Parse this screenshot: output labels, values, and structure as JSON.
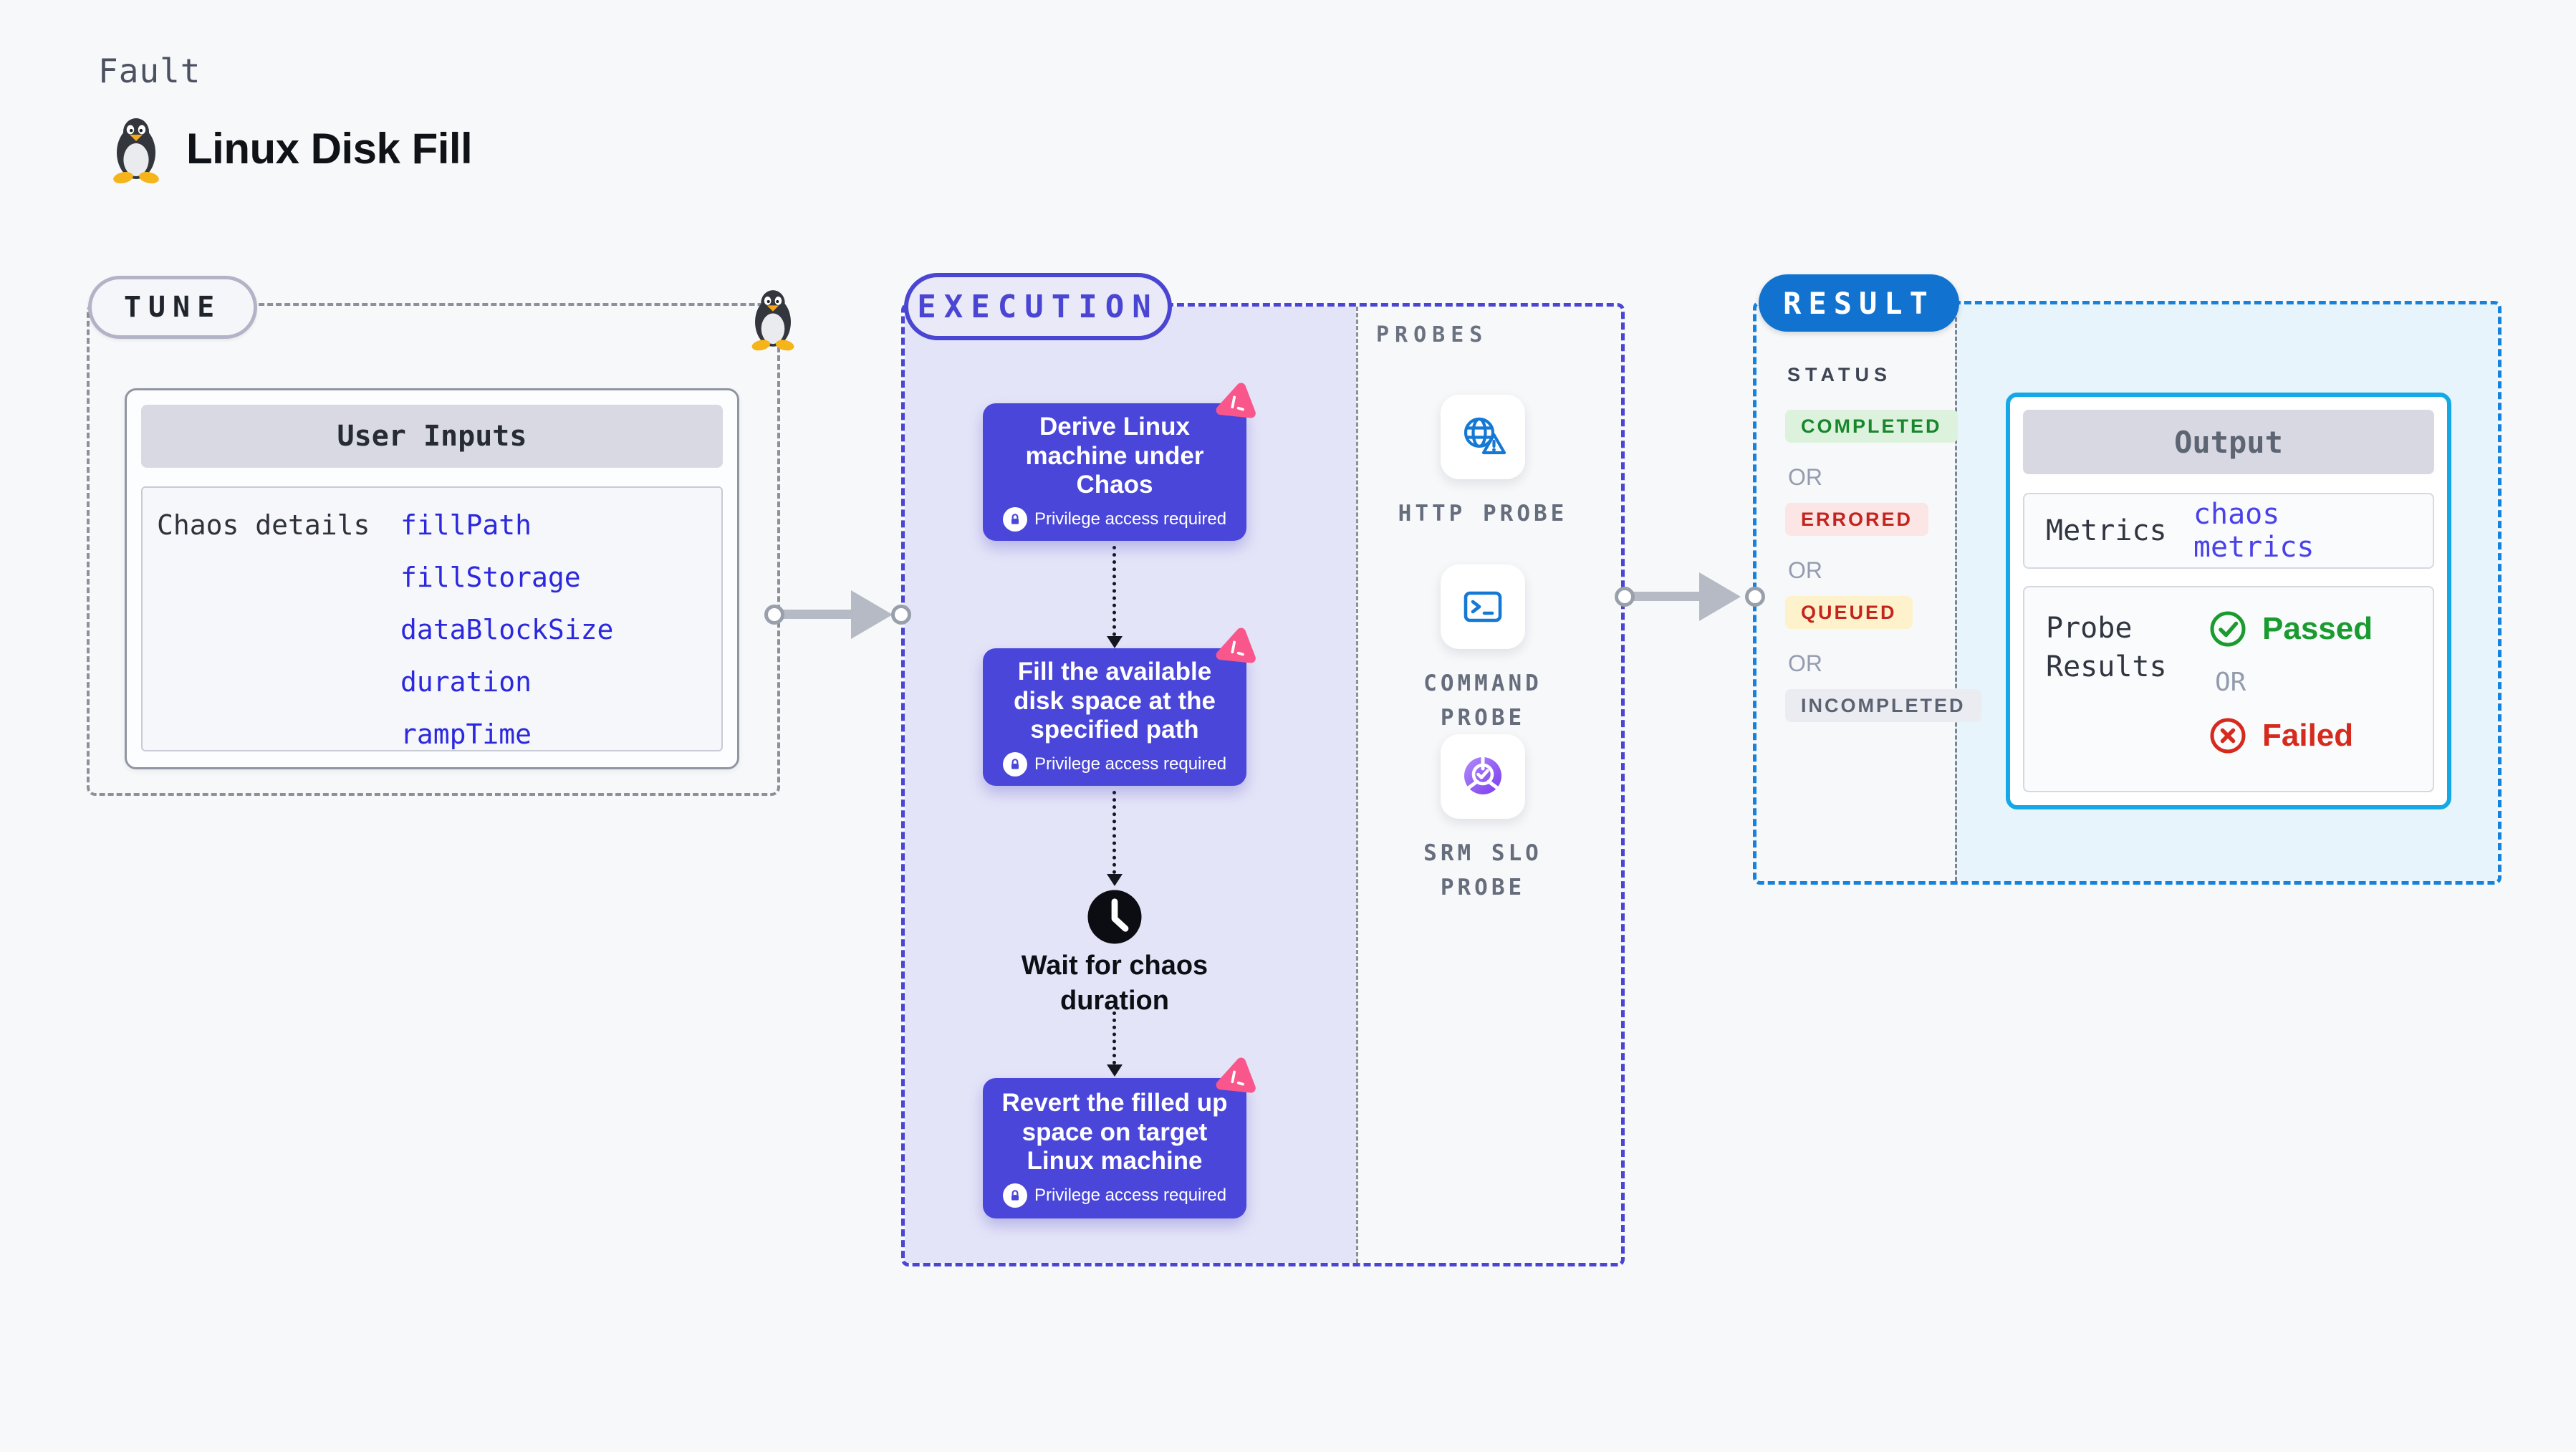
{
  "header": {
    "kind_label": "Fault",
    "title": "Linux Disk Fill",
    "icon": "tux-penguin-icon"
  },
  "tune": {
    "label": "TUNE",
    "card_header": "User Inputs",
    "row_label": "Chaos details",
    "inputs": [
      "fillPath",
      "fillStorage",
      "dataBlockSize",
      "duration",
      "rampTime"
    ]
  },
  "execution": {
    "label": "EXECUTION",
    "privilege_note": "Privilege access required",
    "steps": [
      "Derive Linux machine under Chaos",
      "Fill the available disk space at the specified path",
      "Revert the filled up space on target Linux machine"
    ],
    "wait_label": "Wait for chaos duration",
    "step_icon": "chaos-pink-icon",
    "wait_icon": "clock-icon"
  },
  "probes": {
    "label": "PROBES",
    "items": [
      {
        "label": "HTTP PROBE",
        "icon": "globe-alert-icon"
      },
      {
        "label": "COMMAND PROBE",
        "icon": "terminal-icon"
      },
      {
        "label": "SRM SLO PROBE",
        "icon": "slo-donut-check-icon"
      }
    ]
  },
  "result": {
    "label": "RESULT",
    "status_heading": "STATUS",
    "or_label": "OR",
    "statuses": [
      "COMPLETED",
      "ERRORED",
      "QUEUED",
      "INCOMPLETED"
    ],
    "output": {
      "header": "Output",
      "metrics_label": "Metrics",
      "metrics_link": "chaos metrics",
      "probe_results_label": "Probe Results",
      "passed_label": "Passed",
      "failed_label": "Failed",
      "passed_icon": "check-circle-icon",
      "failed_icon": "x-circle-icon"
    }
  },
  "colors": {
    "page_bg": "#f7f8fa",
    "indigo_accent": "#4a45d2",
    "indigo_card": "#4a46d9",
    "lavender_fill": "#e4e4f8",
    "pink_chaos": "#f9578b",
    "probe_blue": "#1478d4",
    "slo_purple_1": "#b18cfa",
    "slo_purple_2": "#7a3bee",
    "result_pill_blue": "#1173cf",
    "result_border_blue": "#1583dd",
    "output_border_cyan": "#14a9e6",
    "cyan_fill": "#e8f4fc",
    "green": "#17862c",
    "green_bg": "#ddf2dd",
    "red": "#c5241f",
    "red_bg": "#fbe5e5",
    "yellow_bg": "#fdf2cb",
    "gray_bg": "#ebecf1",
    "link_indigo": "#2b28de"
  }
}
